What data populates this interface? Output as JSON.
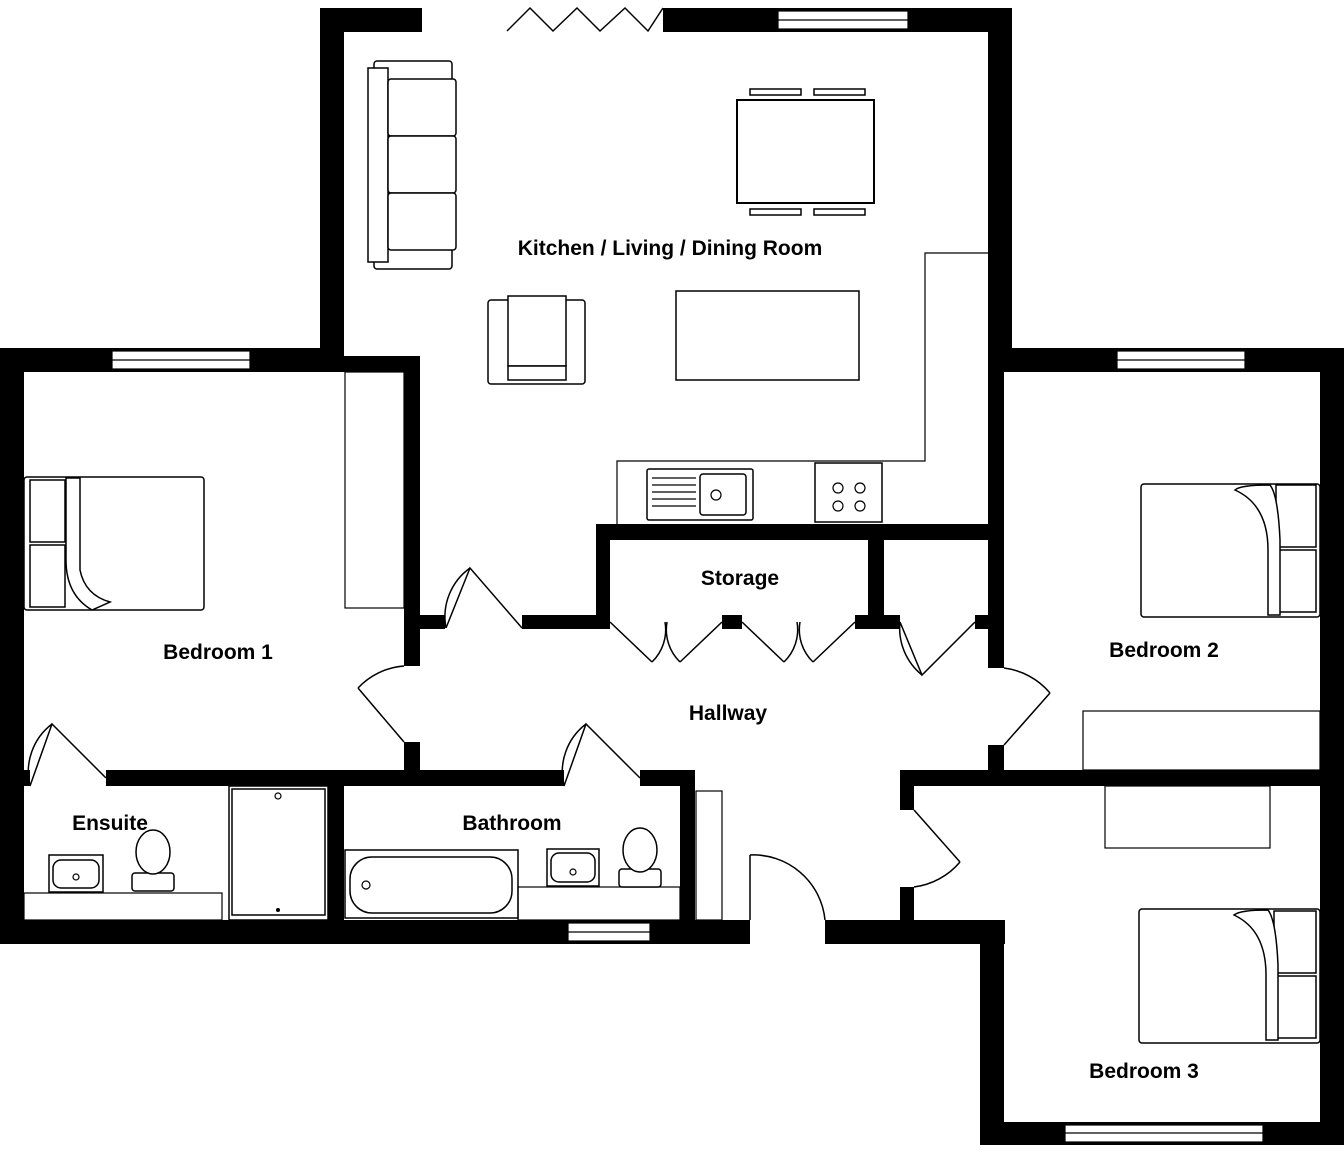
{
  "rooms": {
    "kitchen": "Kitchen / Living / Dining Room",
    "bedroom1": "Bedroom 1",
    "bedroom2": "Bedroom 2",
    "bedroom3": "Bedroom 3",
    "storage": "Storage",
    "hallway": "Hallway",
    "ensuite": "Ensuite",
    "bathroom": "Bathroom"
  },
  "colors": {
    "wall": "#000000",
    "background": "#ffffff"
  }
}
